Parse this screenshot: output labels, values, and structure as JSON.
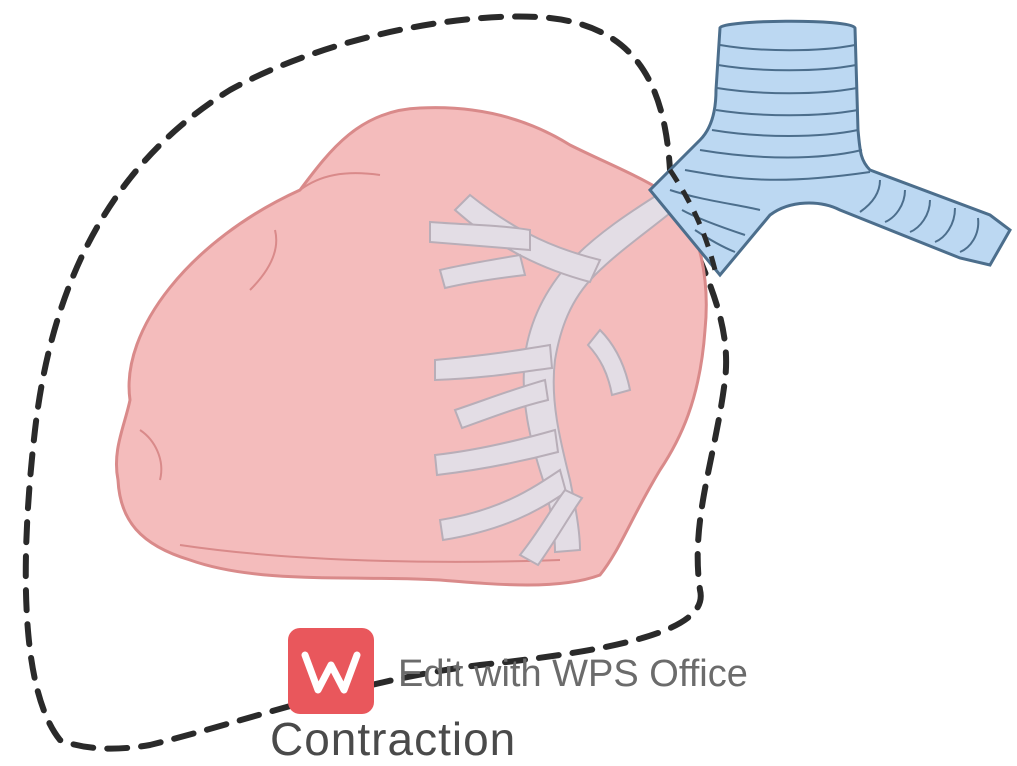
{
  "diagram": {
    "caption": "Contraction",
    "watermark_text": "Edit with WPS Office",
    "watermark_logo_letters": "W",
    "colors": {
      "lung_fill": "#f4bcbc",
      "lung_edge": "#d98a8a",
      "bronchus_fill": "#bcd8f2",
      "bronchus_edge": "#4c6e8c",
      "inner_airway": "#e3dde5",
      "dashed_outline": "#2a2a2a",
      "watermark": "#e9575c"
    }
  }
}
